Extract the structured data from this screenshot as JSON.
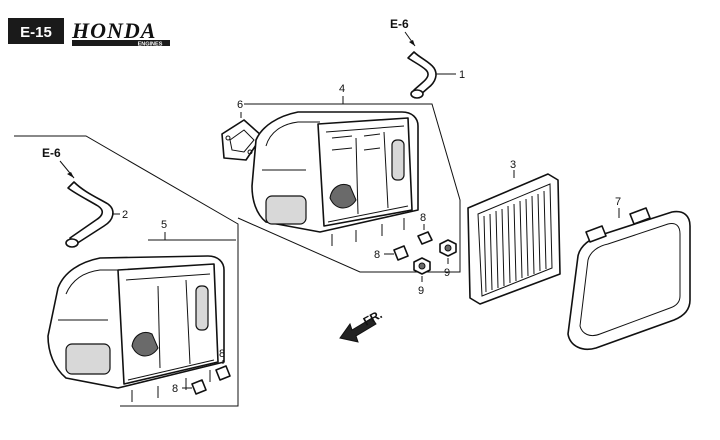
{
  "header": {
    "page_code": "E-15",
    "brand": "HONDA",
    "brand_sub": "ENGINES"
  },
  "references": {
    "top": "E-6",
    "left": "E-6"
  },
  "direction_label": "FR.",
  "callouts": {
    "c1": "1",
    "c2": "2",
    "c3": "3",
    "c4": "4",
    "c5": "5",
    "c6": "6",
    "c7": "7",
    "c8a": "8",
    "c8b": "8",
    "c8c": "8",
    "c8d": "8",
    "c9a": "9",
    "c9b": "9"
  },
  "colors": {
    "ink": "#111111",
    "badge_bg": "#1a1a1a",
    "badge_text": "#ffffff"
  }
}
